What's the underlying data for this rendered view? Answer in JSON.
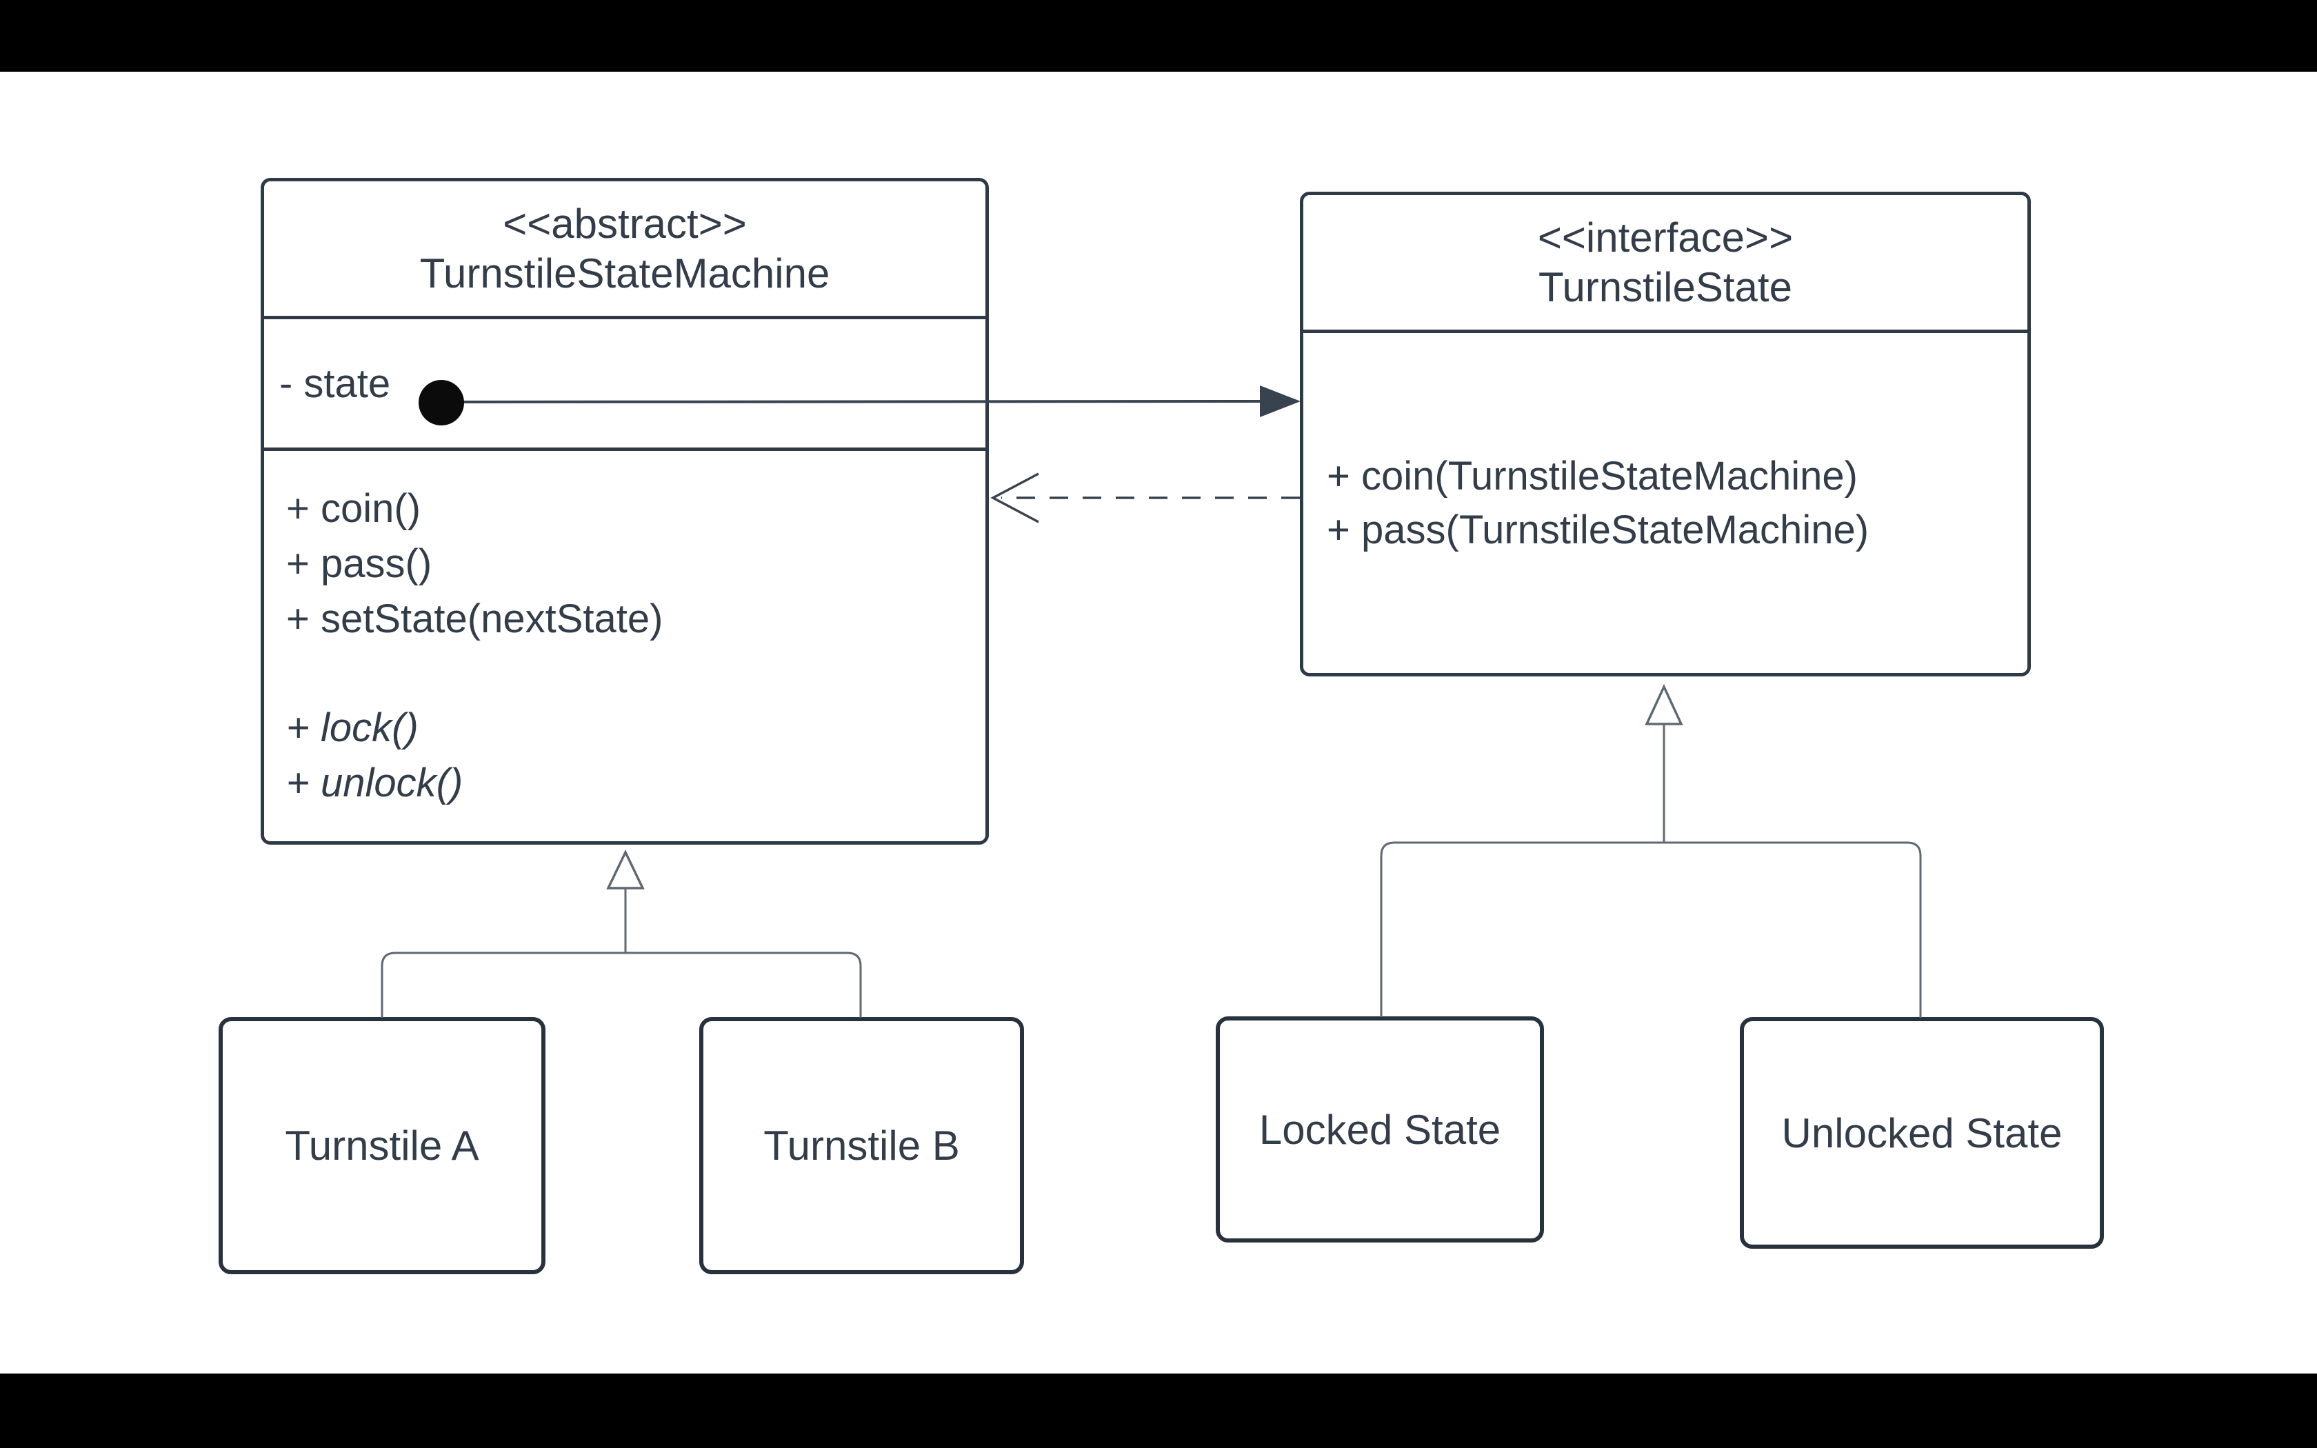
{
  "screen": {
    "kind": "fullscreen-diagram-presentation",
    "letterbox_color": "#000000",
    "background_color": "#ffffff"
  },
  "colors": {
    "box_border": "#2f3a46",
    "subclass_border": "#28323d",
    "text": "#323d49",
    "connector": "#5f6974",
    "association_arrow": "#39434f",
    "dot_fill": "#0b0b0b",
    "triangle_fill": "#ffffff"
  },
  "machine": {
    "stereotype": "<<abstract>>",
    "name": "TurnstileStateMachine",
    "fields": [
      "- state"
    ],
    "methods": [
      "+ coin()",
      "+ pass()",
      "+ setState(nextState)"
    ],
    "abstract_methods": [
      "+ lock()",
      "+ unlock()"
    ]
  },
  "iface": {
    "stereotype": "<<interface>>",
    "name": "TurnstileState",
    "methods": [
      "+ coin(TurnstileStateMachine)",
      "+ pass(TurnstileStateMachine)"
    ]
  },
  "subclasses": [
    {
      "label": "Turnstile A"
    },
    {
      "label": "Turnstile B"
    },
    {
      "label": "Locked State"
    },
    {
      "label": "Unlocked State"
    }
  ],
  "relationships": {
    "association": "TurnstileStateMachine.state -> TurnstileState (solid arrow with source dot)",
    "dependency": "TurnstileState --> TurnstileStateMachine (dashed open arrow)",
    "generalization_left": "Turnstile A, Turnstile B -|> TurnstileStateMachine (hollow triangle)",
    "generalization_right": "Locked State, Unlocked State -|> TurnstileState (hollow triangle)"
  },
  "icons": {
    "aggregation_dot": "filled-circle",
    "association_arrowhead": "filled-triangle-right",
    "dependency_arrowhead": "open-chevron-left",
    "inheritance_triangle": "hollow-triangle-up"
  }
}
